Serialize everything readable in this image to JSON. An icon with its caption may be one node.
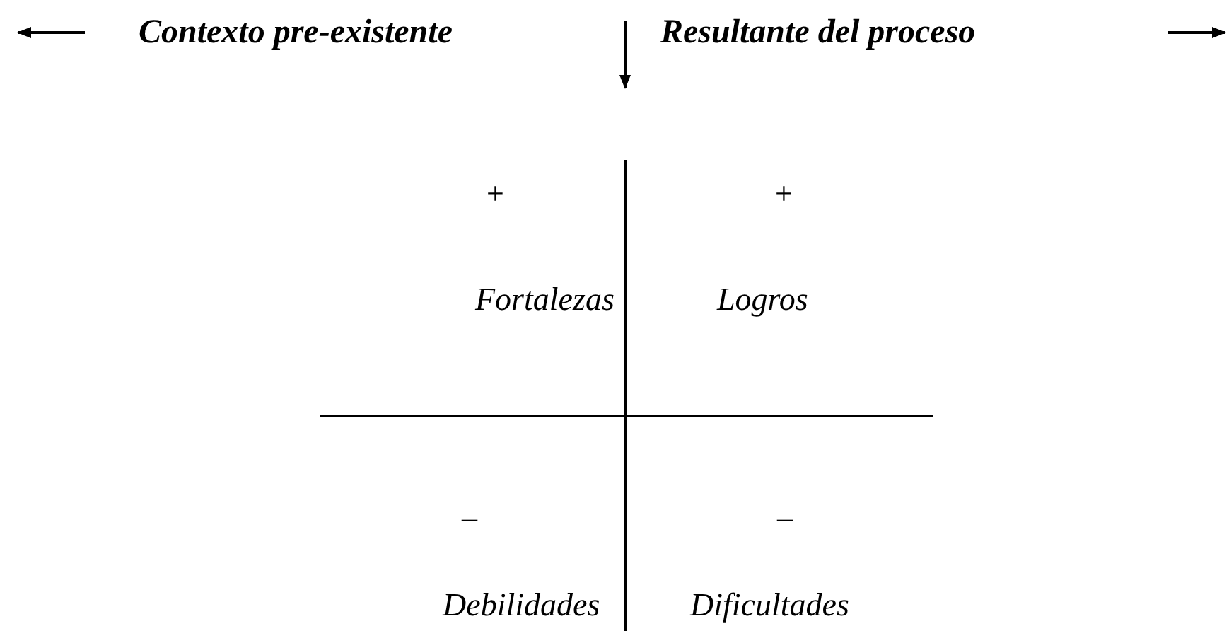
{
  "diagram": {
    "labels": [
      "Contexto pre-existente",
      "Resultante del proceso",
      "+",
      "+",
      "Fortalezas",
      "Logros",
      "–",
      "–",
      "Debilidades",
      "Dificultades"
    ]
  }
}
